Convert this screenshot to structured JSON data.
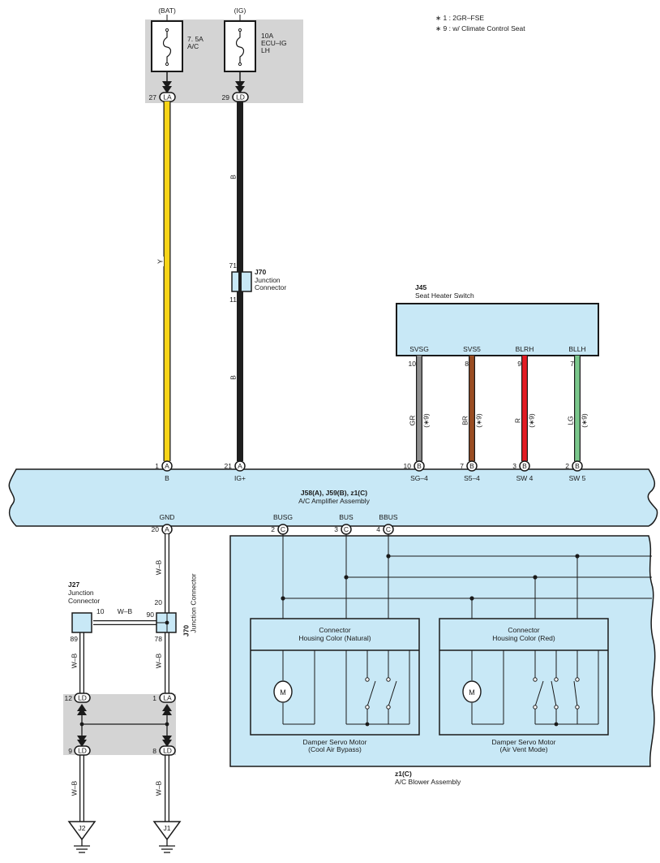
{
  "notes": [
    "∗ 1 : 2GR–FSE",
    "∗ 9 : w/ Climate Control Seat"
  ],
  "fuses": [
    {
      "source": "(BAT)",
      "rating": "7. 5A",
      "name": "A/C",
      "name2": "",
      "pin": "27",
      "conn": "LA"
    },
    {
      "source": "(IG)",
      "rating": "10A",
      "name": "ECU–IG",
      "name2": "LH",
      "pin": "29",
      "conn": "LD"
    }
  ],
  "top_wires": [
    {
      "color_code": "Y",
      "color": "#f7d417"
    },
    {
      "color_code": "B",
      "color": "#1e1e1e"
    },
    {
      "color_code": "B",
      "color": "#1e1e1e"
    }
  ],
  "j70_top": {
    "id": "J70",
    "name1": "Junction",
    "name2": "Connector",
    "pin_in": "71",
    "pin_out": "11"
  },
  "seat_heater_switch": {
    "id": "J45",
    "name": "Seat Heater Switch",
    "terminals": [
      {
        "name": "SVSG",
        "pin": "10",
        "wire_code": "GR",
        "note": "(∗9)",
        "color": "#8e8e8e",
        "amp_pin": "10",
        "amp_conn": "B",
        "amp_term": "SG–4"
      },
      {
        "name": "SVS5",
        "pin": "8",
        "wire_code": "BR",
        "note": "(∗9)",
        "color": "#9a4d22",
        "amp_pin": "7",
        "amp_conn": "B",
        "amp_term": "S5–4"
      },
      {
        "name": "BLRH",
        "pin": "9",
        "wire_code": "R",
        "note": "(∗9)",
        "color": "#e31b23",
        "amp_pin": "3",
        "amp_conn": "B",
        "amp_term": "SW 4"
      },
      {
        "name": "BLLH",
        "pin": "7",
        "wire_code": "LG",
        "note": "(∗9)",
        "color": "#7ac78c",
        "amp_pin": "2",
        "amp_conn": "B",
        "amp_term": "SW 5"
      }
    ]
  },
  "amplifier": {
    "id": "J58(A), J59(B), z1(C)",
    "name": "A/C Amplifier Assembly",
    "top_pins": [
      {
        "pin": "1",
        "conn": "A",
        "term": "B"
      },
      {
        "pin": "21",
        "conn": "A",
        "term": "IG+"
      }
    ],
    "bottom_pins": [
      {
        "pin": "20",
        "conn": "A",
        "term": "GND"
      },
      {
        "pin": "2",
        "conn": "C",
        "term": "BUSG"
      },
      {
        "pin": "3",
        "conn": "C",
        "term": "BUS"
      },
      {
        "pin": "4",
        "conn": "C",
        "term": "BBUS"
      }
    ]
  },
  "ground_circuit": {
    "wire_code": "W–B",
    "j27": {
      "id": "J27",
      "name1": "Junction",
      "name2": "Connector",
      "pin_right": "10",
      "pin_bottom": "89"
    },
    "j70": {
      "id": "J70",
      "name": "Junction Connector",
      "pin_right": "90",
      "pin_top": "20",
      "pin_bottom": "78"
    },
    "junction_pins": [
      {
        "pin": "12",
        "conn": "LD"
      },
      {
        "pin": "1",
        "conn": "LA"
      },
      {
        "pin": "9",
        "conn": "LD"
      },
      {
        "pin": "8",
        "conn": "LD"
      }
    ],
    "grounds": [
      "J2",
      "J1"
    ]
  },
  "blower": {
    "id": "z1(C)",
    "name": "A/C Blower Assembly",
    "motors": [
      {
        "header1": "Connector",
        "header2": "Housing Color (Natural)",
        "caption1": "Damper Servo Motor",
        "caption2": "(Cool Air Bypass)"
      },
      {
        "header1": "Connector",
        "header2": "Housing Color (Red)",
        "caption1": "Damper Servo Motor",
        "caption2": "(Air Vent Mode)"
      }
    ],
    "motor_symbol": "M"
  },
  "colors": {
    "module_fill": "#c8e8f6",
    "relay_box": "#d4d4d4",
    "line": "#1a1a1a"
  }
}
